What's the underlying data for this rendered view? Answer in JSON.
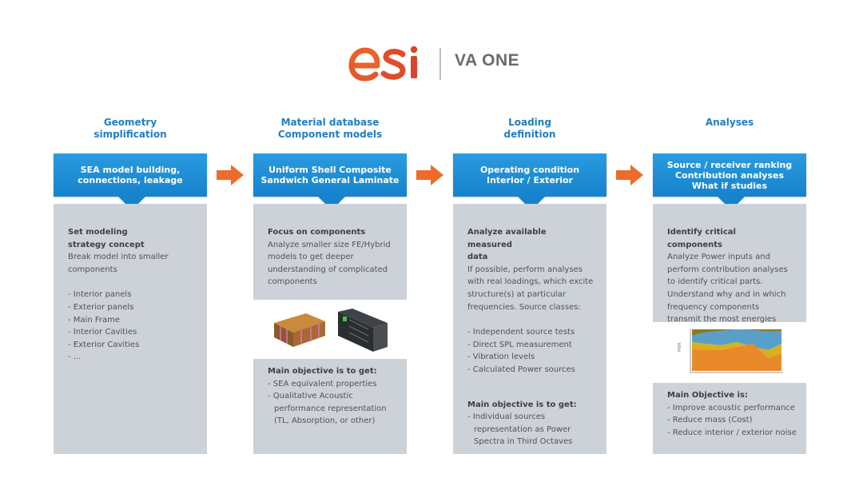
{
  "logo": {
    "brand": "esi",
    "product": "VA ONE",
    "colors": {
      "brand_orange": "#e8622a",
      "brand_red": "#d9452b"
    }
  },
  "colors": {
    "title_blue": "#1f7ec4",
    "banner_blue": "#1683cc",
    "arrow_orange": "#ef6b2b",
    "panel_gray": "#cdd2d8"
  },
  "stages": [
    {
      "title": "Geometry\nsimplification",
      "banner": "SEA model building,\nconnections, leakage",
      "panel": {
        "heading": "Set modeling\nstrategy concept",
        "lines": [
          "Break model into smaller",
          "components"
        ],
        "bullets": [
          "Interior panels",
          "Exterior panels",
          "Main Frame",
          "Interior Cavities",
          "Exterior Cavities",
          "..."
        ]
      }
    },
    {
      "title": "Material database\nComponent models",
      "banner": "Uniform Shell Composite\nSandwich General Laminate",
      "panel_top": {
        "heading": "Focus on components",
        "lines": [
          "Analyze smaller size FE/Hybrid",
          "models to get deeper",
          "understanding of complicated",
          "components"
        ]
      },
      "image_icon": "component-models-image",
      "panel_bottom": {
        "heading": "Main objective is to get:",
        "bullets": [
          "SEA equivalent properties",
          "Qualitative Acoustic"
        ],
        "lines": [
          "performance representation",
          "(TL, Absorption, or other)"
        ]
      }
    },
    {
      "title": "Loading\ndefinition",
      "banner": "Operating condition\nInterior / Exterior",
      "panel": {
        "heading": "Analyze available measured\ndata",
        "lines": [
          "If possible, perform analyses",
          "with real loadings, which excite",
          "structure(s) at particular",
          "frequencies. Source classes:"
        ],
        "bullets": [
          "Independent source tests",
          "Direct SPL measurement",
          "Vibration levels",
          "Calculated Power sources"
        ],
        "objective_heading": "Main objective is to get:",
        "objective_bullets": [
          "Individual sources"
        ],
        "objective_lines": [
          "representation as Power",
          "Spectra in Third Octaves"
        ]
      }
    },
    {
      "title": "Analyses",
      "banner": "Source / receiver ranking\nContribution analyses\nWhat if studies",
      "panel_top": {
        "heading": "Identify critical components",
        "lines": [
          "Analyze Power inputs and",
          "perform contribution analyses",
          "to identify critical parts.",
          "Understand why and in which",
          "frequency components",
          "transmit the most energies"
        ]
      },
      "image_icon": "contribution-chart-image",
      "panel_bottom": {
        "heading": "Main Objective is:",
        "bullets": [
          "Improve acoustic performance",
          "Reduce mass (Cost)",
          "Reduce interior / exterior noise"
        ]
      }
    }
  ]
}
